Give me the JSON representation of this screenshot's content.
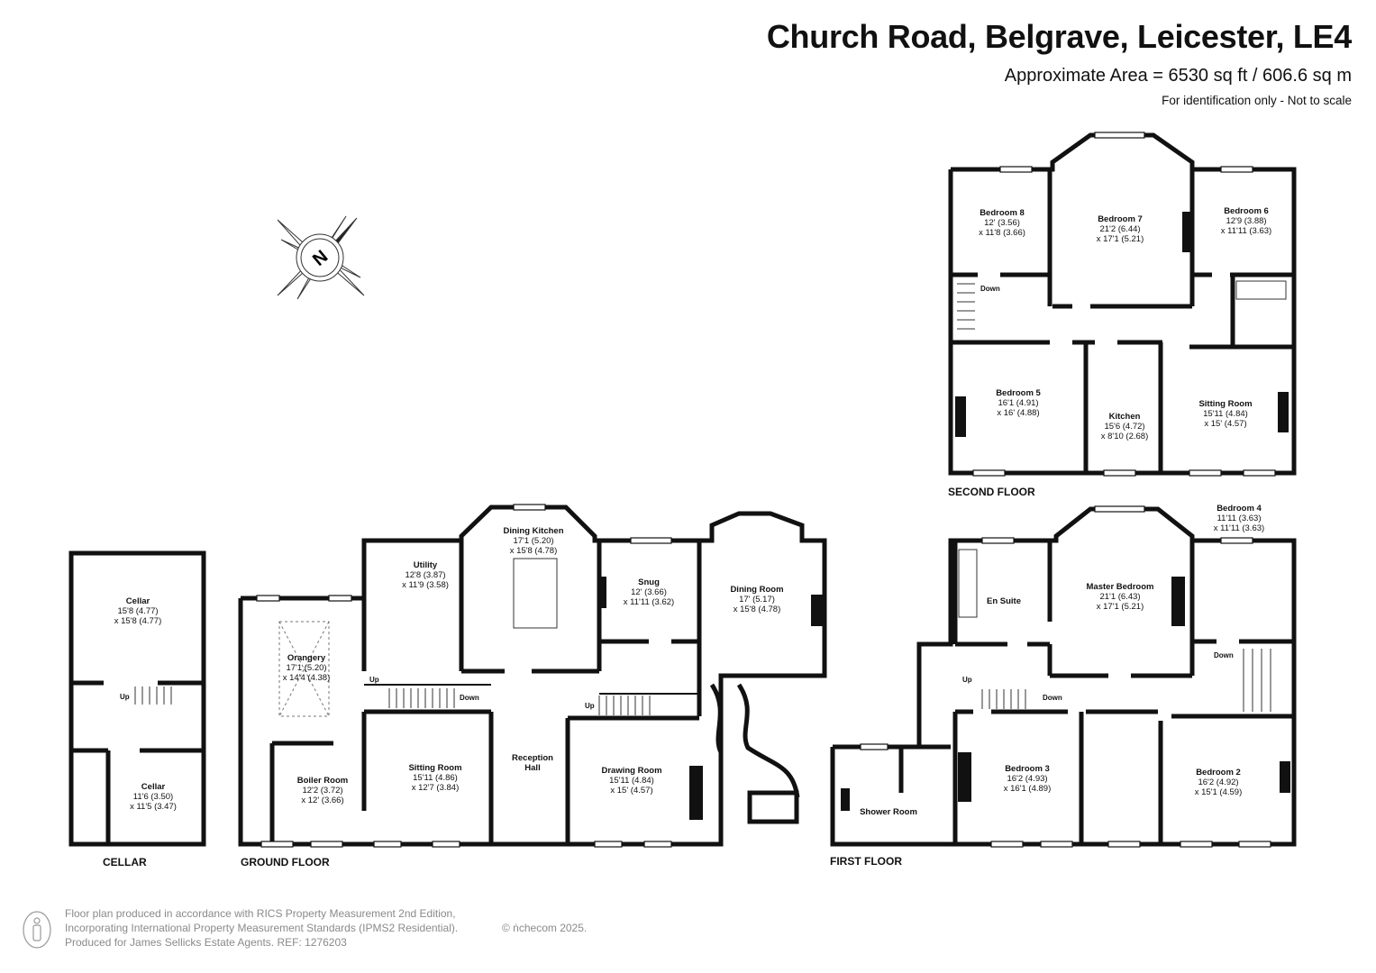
{
  "header": {
    "title": "Church Road, Belgrave, Leicester, LE4",
    "area": "Approximate Area = 6530 sq ft / 606.6 sq m",
    "note": "For identification only - Not to scale"
  },
  "compass": {
    "label": "N",
    "icon": "north-compass-icon"
  },
  "floors": {
    "cellar": {
      "label": "CELLAR"
    },
    "ground": {
      "label": "GROUND FLOOR"
    },
    "first": {
      "label": "FIRST FLOOR"
    },
    "second": {
      "label": "SECOND FLOOR"
    }
  },
  "rooms": {
    "cellar1": {
      "name": "Cellar",
      "dim1": "15'8 (4.77)",
      "dim2": "x 15'8 (4.77)"
    },
    "cellar2": {
      "name": "Cellar",
      "dim1": "11'6 (3.50)",
      "dim2": "x 11'5 (3.47)"
    },
    "orangery": {
      "name": "Orangery",
      "dim1": "17'1 (5.20)",
      "dim2": "x 14'4 (4.38)"
    },
    "utility": {
      "name": "Utility",
      "dim1": "12'8 (3.87)",
      "dim2": "x 11'9 (3.58)"
    },
    "dining_kitchen": {
      "name": "Dining Kitchen",
      "dim1": "17'1 (5.20)",
      "dim2": "x 15'8 (4.78)"
    },
    "snug": {
      "name": "Snug",
      "dim1": "12' (3.66)",
      "dim2": "x 11'11 (3.62)"
    },
    "dining_room": {
      "name": "Dining Room",
      "dim1": "17' (5.17)",
      "dim2": "x 15'8 (4.78)"
    },
    "boiler_room": {
      "name": "Boiler Room",
      "dim1": "12'2 (3.72)",
      "dim2": "x 12' (3.66)"
    },
    "sitting_room_g": {
      "name": "Sitting Room",
      "dim1": "15'11 (4.86)",
      "dim2": "x 12'7 (3.84)"
    },
    "reception_hall": {
      "name": "Reception",
      "dim1": "Hall"
    },
    "drawing_room": {
      "name": "Drawing Room",
      "dim1": "15'11 (4.84)",
      "dim2": "x 15' (4.57)"
    },
    "bedroom8": {
      "name": "Bedroom 8",
      "dim1": "12' (3.56)",
      "dim2": "x 11'8 (3.66)"
    },
    "bedroom7": {
      "name": "Bedroom 7",
      "dim1": "21'2 (6.44)",
      "dim2": "x 17'1 (5.21)"
    },
    "bedroom6": {
      "name": "Bedroom 6",
      "dim1": "12'9 (3.88)",
      "dim2": "x 11'11 (3.63)"
    },
    "bedroom5": {
      "name": "Bedroom 5",
      "dim1": "16'1 (4.91)",
      "dim2": "x 16' (4.88)"
    },
    "kitchen": {
      "name": "Kitchen",
      "dim1": "15'6 (4.72)",
      "dim2": "x 8'10 (2.68)"
    },
    "sitting_room_s": {
      "name": "Sitting Room",
      "dim1": "15'11 (4.84)",
      "dim2": "x 15' (4.57)"
    },
    "en_suite": {
      "name": "En Suite"
    },
    "master_bedroom": {
      "name": "Master Bedroom",
      "dim1": "21'1 (6.43)",
      "dim2": "x 17'1 (5.21)"
    },
    "bedroom4": {
      "name": "Bedroom 4",
      "dim1": "11'11 (3.63)",
      "dim2": "x 11'11 (3.63)"
    },
    "shower_room": {
      "name": "Shower Room"
    },
    "bedroom3": {
      "name": "Bedroom 3",
      "dim1": "16'2 (4.93)",
      "dim2": "x 16'1 (4.89)"
    },
    "bedroom2": {
      "name": "Bedroom 2",
      "dim1": "16'2 (4.92)",
      "dim2": "x 15'1 (4.59)"
    }
  },
  "stairs": {
    "up": "Up",
    "down": "Down"
  },
  "footer": {
    "line1": "Floor plan produced in accordance with RICS Property Measurement 2nd Edition,",
    "line2": "Incorporating International Property Measurement Standards (IPMS2 Residential).",
    "line3": "Produced for James Sellicks Estate Agents.   REF: 1276203",
    "brand": "© ṅchecom 2025.",
    "icon": "person-info-icon"
  }
}
